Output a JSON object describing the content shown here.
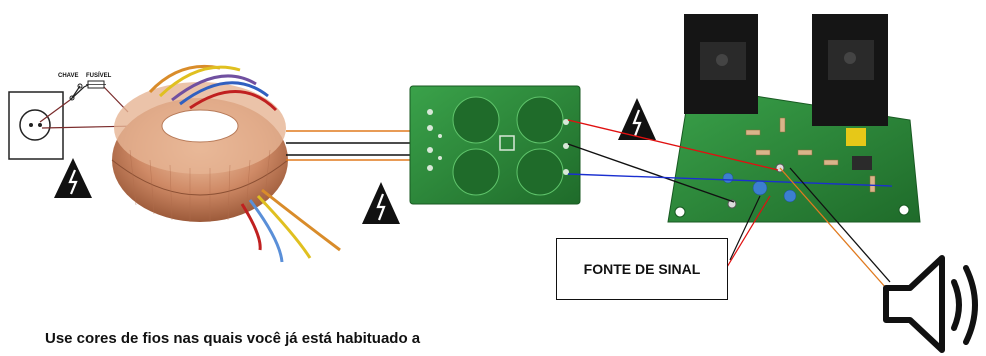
{
  "labels": {
    "switch": "CHAVE",
    "fuse": "FUSÍVEL",
    "signal_source": "FONTE DE SINAL",
    "caption": "Use cores de fios nas quais você já está habituado a"
  },
  "icons": {
    "warning": "high-voltage-warning-icon",
    "outlet": "power-outlet-icon",
    "speaker": "speaker-icon"
  },
  "colors": {
    "pcb_green": "#2f8f3a",
    "pcb_dark": "#1f6b2a",
    "copper": "#c9825a",
    "wire_orange": "#e07a1f",
    "wire_black": "#111111",
    "wire_red": "#e01010",
    "wire_blue": "#1a2fd0"
  }
}
